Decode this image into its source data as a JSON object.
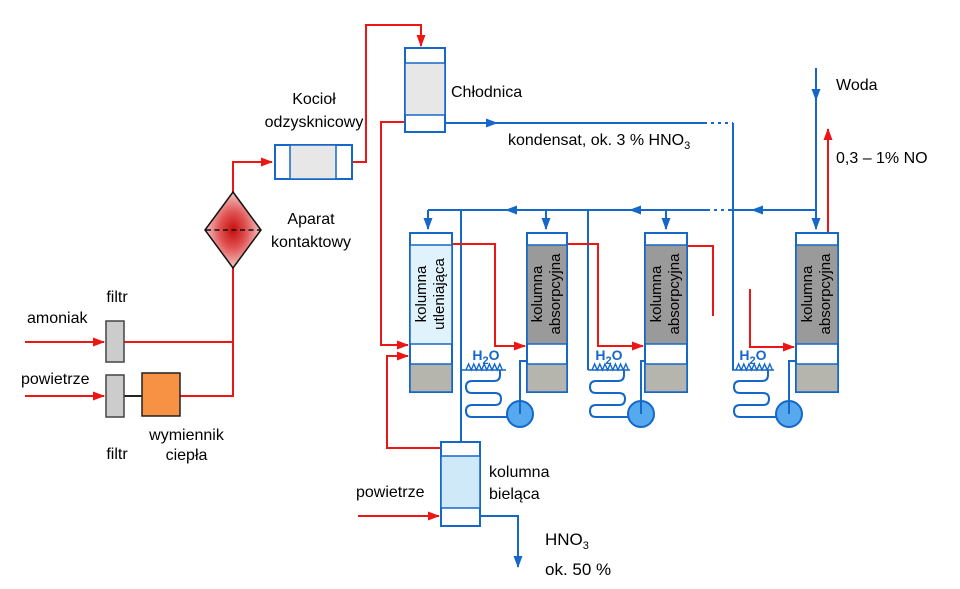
{
  "diagram": {
    "inputs": {
      "ammonia": "amoniak",
      "air_main": "powietrze",
      "air_bleach": "powietrze",
      "water": "Woda"
    },
    "equipment": {
      "filter_top": "filtr",
      "filter_bottom": "filtr",
      "heat_exchanger": [
        "wymiennik",
        "ciepła"
      ],
      "contact_apparatus": [
        "Aparat",
        "kontaktowy"
      ],
      "recovery_boiler": [
        "Kocioł",
        "odzysknicowy"
      ],
      "cooler": "Chłodnica",
      "oxidizing_column": [
        "kolumna",
        "utleniająca"
      ],
      "absorption_column": [
        "kolumna",
        "absorpcyjna"
      ],
      "bleaching_column": [
        "kolumna",
        "bieląca"
      ]
    },
    "streams": {
      "condensate": {
        "pre": "kondensat, ok. 3 % HNO",
        "sub": "3"
      },
      "tail_gas": "0,3 – 1% NO",
      "cooling_water": {
        "pre": "H",
        "sub": "2",
        "suf": "O"
      },
      "product": {
        "pre": "HNO",
        "sub": "3",
        "concentration": "ok. 50 %"
      }
    },
    "colors": {
      "pipe_red": "#ee1515",
      "pipe_blue": "#1568c8",
      "pump_fill": "#56a9ef",
      "heat_exchanger_orange": "#f79245",
      "absorption_fill": "#9a9a9a",
      "band_gray": "#b5b5ae",
      "oxidizing_fill": "#e0f2fb",
      "bleaching_fill": "#cfe9f8",
      "vessel_gray": "#e7e7e7",
      "filter_fill": "#cccccc"
    }
  }
}
